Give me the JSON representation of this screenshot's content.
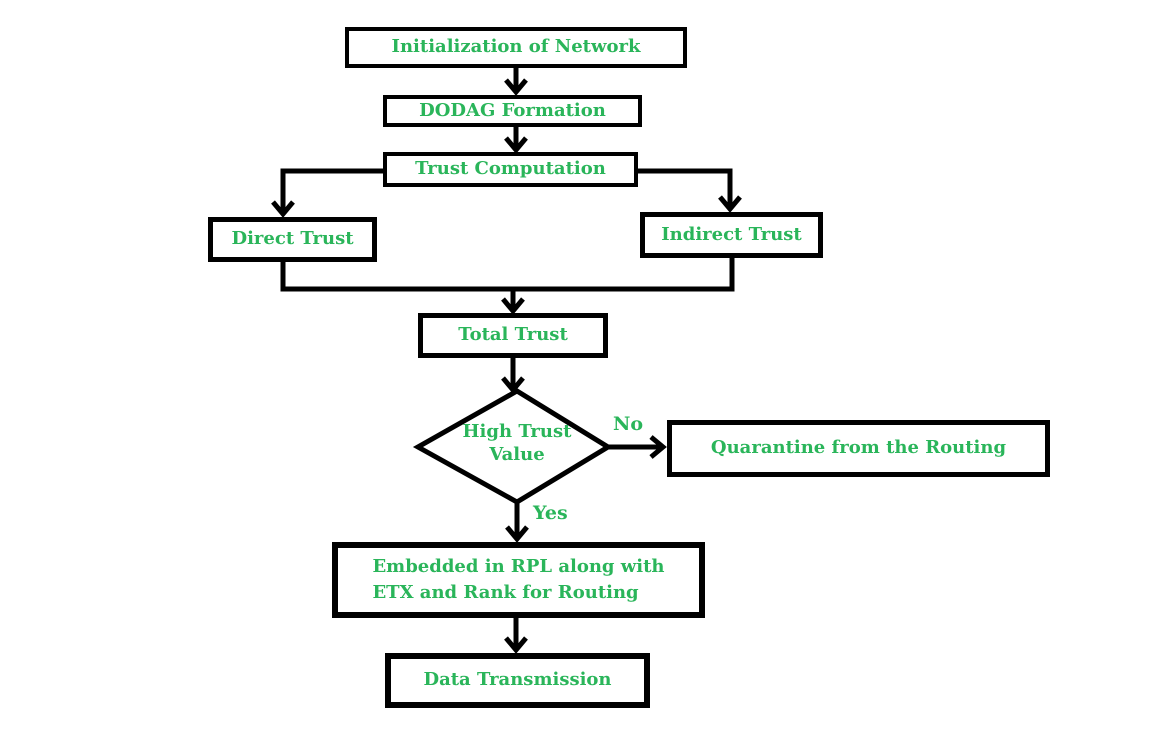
{
  "colors": {
    "text_green": "#2ab55a",
    "line_black": "#000000",
    "background": "#ffffff"
  },
  "nodes": {
    "init": {
      "label": "Initialization of Network"
    },
    "dodag": {
      "label": "DODAG Formation"
    },
    "trust_computation": {
      "label": "Trust Computation"
    },
    "direct_trust": {
      "label": "Direct Trust"
    },
    "indirect_trust": {
      "label": "Indirect Trust"
    },
    "total_trust": {
      "label": "Total Trust"
    },
    "decision": {
      "line1": "High Trust",
      "line2": "Value"
    },
    "quarantine": {
      "label": "Quarantine from the Routing"
    },
    "embedded": {
      "line1": "Embedded in RPL along with",
      "line2": "ETX and Rank for Routing"
    },
    "data_transmission": {
      "label": "Data Transmission"
    }
  },
  "edge_labels": {
    "no": "No",
    "yes": "Yes"
  },
  "edges": [
    {
      "from": "init",
      "to": "dodag",
      "label": ""
    },
    {
      "from": "dodag",
      "to": "trust_computation",
      "label": ""
    },
    {
      "from": "trust_computation",
      "to": "direct_trust",
      "label": ""
    },
    {
      "from": "trust_computation",
      "to": "indirect_trust",
      "label": ""
    },
    {
      "from": "direct_trust",
      "to": "total_trust",
      "label": ""
    },
    {
      "from": "indirect_trust",
      "to": "total_trust",
      "label": ""
    },
    {
      "from": "total_trust",
      "to": "decision",
      "label": ""
    },
    {
      "from": "decision",
      "to": "quarantine",
      "label": "No"
    },
    {
      "from": "decision",
      "to": "embedded",
      "label": "Yes"
    },
    {
      "from": "embedded",
      "to": "data_transmission",
      "label": ""
    }
  ]
}
